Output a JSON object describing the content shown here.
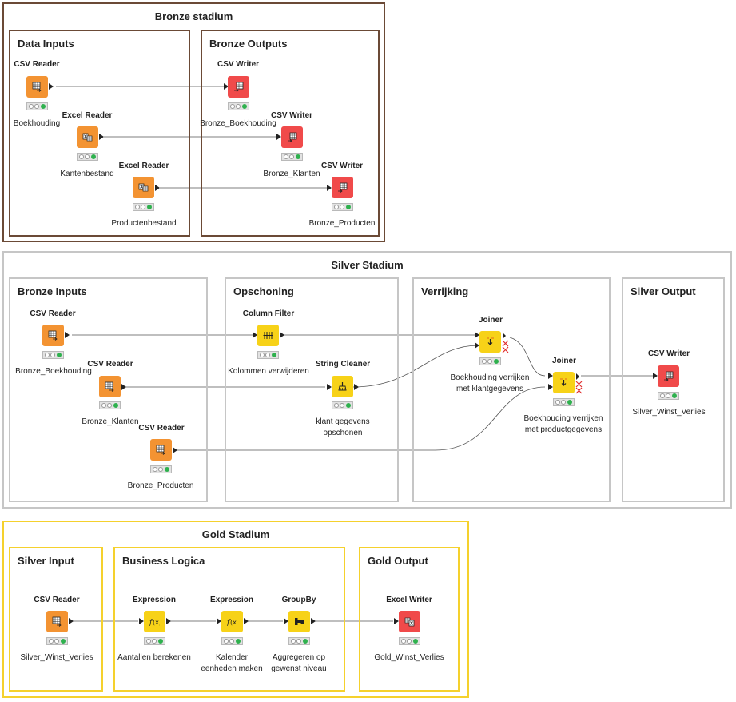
{
  "stadiums": {
    "bronze": {
      "title": "Bronze stadium",
      "groups": {
        "inputs": "Data Inputs",
        "outputs": "Bronze Outputs"
      },
      "nodes": [
        {
          "type": "CSV Reader",
          "label": "Boekhouding"
        },
        {
          "type": "Excel Reader",
          "label": "Kantenbestand"
        },
        {
          "type": "Excel Reader",
          "label": "Productenbestand"
        },
        {
          "type": "CSV Writer",
          "label": "Bronze_Boekhouding"
        },
        {
          "type": "CSV Writer",
          "label": "Bronze_Klanten"
        },
        {
          "type": "CSV Writer",
          "label": "Bronze_Producten"
        }
      ]
    },
    "silver": {
      "title": "Silver Stadium",
      "groups": {
        "inputs": "Bronze Inputs",
        "cleaning": "Opschoning",
        "enrich": "Verrijking",
        "output": "Silver Output"
      },
      "nodes": [
        {
          "type": "CSV Reader",
          "label": "Bronze_Boekhouding"
        },
        {
          "type": "CSV Reader",
          "label": "Bronze_Klanten"
        },
        {
          "type": "CSV Reader",
          "label": "Bronze_Producten"
        },
        {
          "type": "Column Filter",
          "label": "Kolommen verwijderen"
        },
        {
          "type": "String Cleaner",
          "label": "klant gegevens\nopschonen"
        },
        {
          "type": "Joiner",
          "label": "Boekhouding verrijken\nmet klantgegevens"
        },
        {
          "type": "Joiner",
          "label": "Boekhouding verrijken\nmet productgegevens"
        },
        {
          "type": "CSV Writer",
          "label": "Silver_Winst_Verlies"
        }
      ]
    },
    "gold": {
      "title": "Gold Stadium",
      "groups": {
        "input": "Silver Input",
        "logic": "Business Logica",
        "output": "Gold Output"
      },
      "nodes": [
        {
          "type": "CSV Reader",
          "label": "Silver_Winst_Verlies"
        },
        {
          "type": "Expression",
          "label": "Aantallen berekenen"
        },
        {
          "type": "Expression",
          "label": "Kalender\neenheden maken"
        },
        {
          "type": "GroupBy",
          "label": "Aggregeren op\ngewenst niveau"
        },
        {
          "type": "Excel Writer",
          "label": "Gold_Winst_Verlies"
        }
      ]
    }
  },
  "colors": {
    "reader": "#f39332",
    "writer": "#f04a4a",
    "manipulator": "#f7d218",
    "bronze_border": "#6b4a36",
    "silver_border": "#c6c6c6",
    "gold_border": "#f5d12d",
    "status_ok": "#2fb14e"
  }
}
